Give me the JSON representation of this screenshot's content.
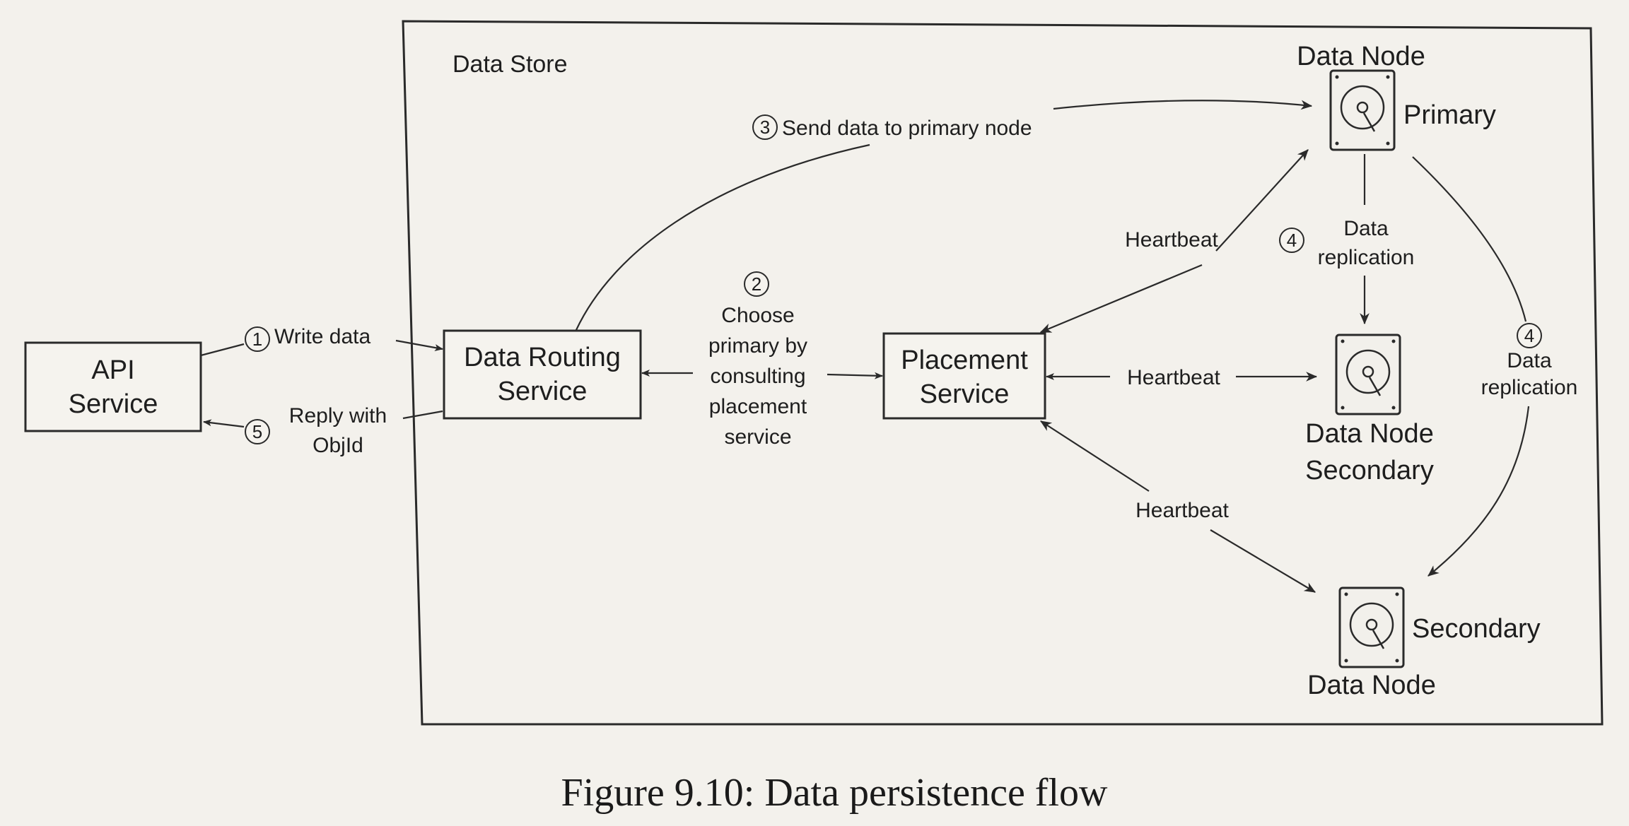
{
  "store_label": "Data Store",
  "api_service": [
    "API",
    "Service"
  ],
  "routing_service": [
    "Data Routing",
    "Service"
  ],
  "placement_service": [
    "Placement",
    "Service"
  ],
  "nodes": {
    "primary_title": "Data Node",
    "primary_role": "Primary",
    "secondary1": [
      "Data Node",
      "Secondary"
    ],
    "secondary2_role": "Secondary",
    "secondary2_title": "Data Node"
  },
  "steps": {
    "write": {
      "num": "1",
      "text": "Write data"
    },
    "choose": {
      "num": "2",
      "lines": [
        "Choose",
        "primary by",
        "consulting",
        "placement",
        "service"
      ]
    },
    "send": {
      "num": "3",
      "text": "Send data to primary node"
    },
    "replication_left": {
      "num": "4",
      "lines": [
        "Data",
        "replication"
      ]
    },
    "replication_right": {
      "num": "4",
      "lines": [
        "Data",
        "replication"
      ]
    },
    "reply": {
      "num": "5",
      "lines": [
        "Reply with",
        "ObjId"
      ]
    }
  },
  "heartbeat": {
    "top": "Heartbeat",
    "middle": "Heartbeat",
    "bottom": "Heartbeat"
  },
  "caption": "Figure 9.10: Data persistence flow"
}
